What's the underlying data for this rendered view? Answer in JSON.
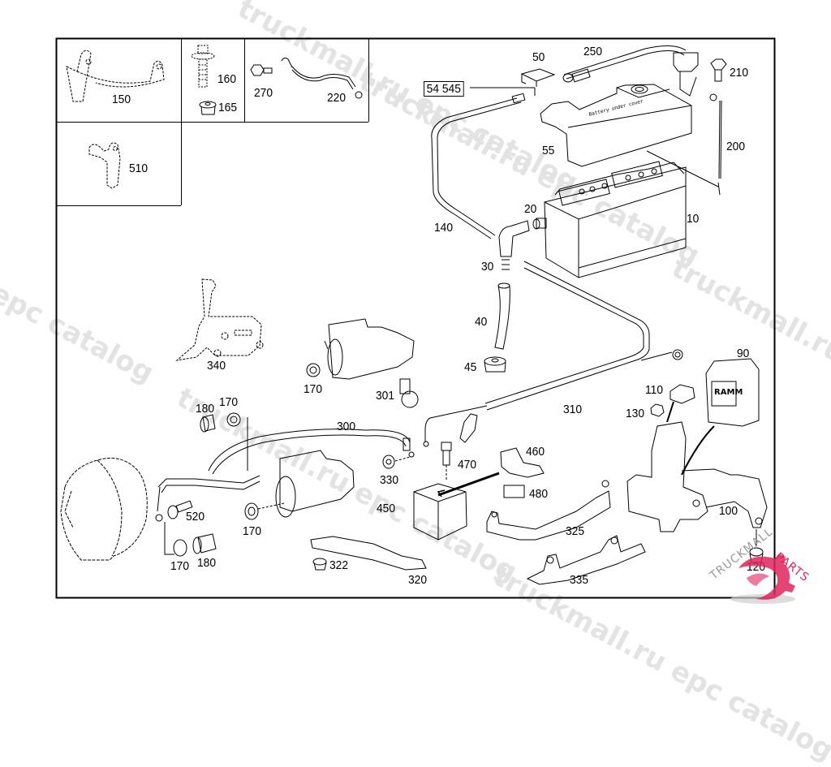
{
  "watermark": {
    "text_1": "truckmall.ru epc catalog",
    "text_2": "truckmall.ru epc catalog",
    "text_3": "l epc catalog",
    "text_4": "truckmall.ru epc catalog",
    "text_5": "truckmall.ru epc catalog",
    "text_6": "truckmall.ru epc catalog"
  },
  "logo": {
    "brand_part1": "TRUCKMALL",
    "brand_part2": "PARTS",
    "accent_color": "#e0245e",
    "gray_color": "#9a9a9a"
  },
  "diagram": {
    "reference_box": "54 545",
    "battery_cover_text": "Battery under cover",
    "aux_battery_brand": "RAMM",
    "callouts": {
      "p10": "10",
      "p20": "20",
      "p30": "30",
      "p40": "40",
      "p45": "45",
      "p50": "50",
      "p55": "55",
      "p90": "90",
      "p100": "100",
      "p110": "110",
      "p120": "120",
      "p130": "130",
      "p140": "140",
      "p150": "150",
      "p160": "160",
      "p165": "165",
      "p170_a": "170",
      "p170_b": "170",
      "p170_c": "170",
      "p170_d": "170",
      "p180_a": "180",
      "p180_b": "180",
      "p200": "200",
      "p210": "210",
      "p220": "220",
      "p250": "250",
      "p270": "270",
      "p300": "300",
      "p301": "301",
      "p310": "310",
      "p320": "320",
      "p322": "322",
      "p325": "325",
      "p330": "330",
      "p335": "335",
      "p340": "340",
      "p450": "450",
      "p460": "460",
      "p470": "470",
      "p480": "480",
      "p510": "510",
      "p520": "520"
    }
  }
}
